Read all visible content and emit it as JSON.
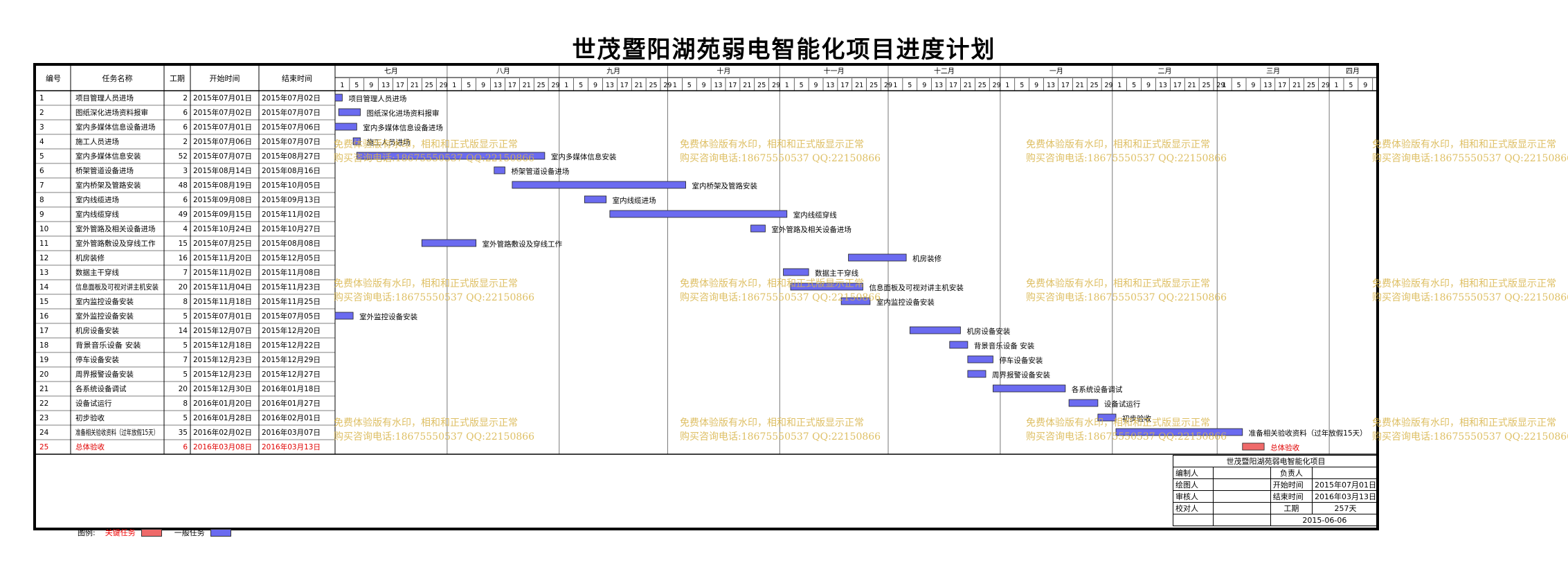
{
  "title": "世茂暨阳湖苑弱电智能化项目进度计划",
  "table_headers": {
    "id": "编号",
    "name": "任务名称",
    "duration": "工期",
    "start": "开始时间",
    "end": "结束时间"
  },
  "months": [
    "七月",
    "八月",
    "九月",
    "十月",
    "十一月",
    "十二月",
    "一月",
    "二月",
    "三月",
    "四月"
  ],
  "legend": {
    "prefix": "图例:",
    "critical": "关键任务",
    "normal": "一般任务",
    "critical_color": "#ef6a6a",
    "normal_color": "#6b6bf0"
  },
  "titleblock": {
    "project": "世茂暨阳湖苑弱电智能化项目",
    "compiler": "编制人",
    "owner_label": "负责人",
    "drafter": "绘图人",
    "start_label": "开始时间",
    "start_value": "2015年07月01日",
    "reviewer": "审核人",
    "end_label": "结束时间",
    "end_value": "2016年03月13日",
    "checker": "校对人",
    "duration_label": "工期",
    "duration_value": "257天",
    "date": "2015-06-06"
  },
  "watermark": {
    "line1": "免费体验版有水印，相和和正式版显示正常",
    "line2": "购买咨询电话:18675550537 QQ:22150866"
  },
  "chart_data": {
    "type": "gantt",
    "title": "世茂暨阳湖苑弱电智能化项目进度计划",
    "timeline_start": "2015-07-01",
    "timeline_end": "2016-04-13",
    "tasks": [
      {
        "id": "1",
        "name": "项目管理人员进场",
        "duration": 2,
        "start": "2015年07月01日",
        "end": "2015年07月02日",
        "critical": false
      },
      {
        "id": "2",
        "name": "图纸深化进场资料报审",
        "duration": 6,
        "start": "2015年07月02日",
        "end": "2015年07月07日",
        "critical": false
      },
      {
        "id": "3",
        "name": "室内多媒体信息设备进场",
        "duration": 6,
        "start": "2015年07月01日",
        "end": "2015年07月06日",
        "critical": false
      },
      {
        "id": "4",
        "name": "施工人员进场",
        "duration": 2,
        "start": "2015年07月06日",
        "end": "2015年07月07日",
        "critical": false
      },
      {
        "id": "5",
        "name": "室内多媒体信息安装",
        "duration": 52,
        "start": "2015年07月07日",
        "end": "2015年08月27日",
        "critical": false
      },
      {
        "id": "6",
        "name": "桥架管道设备进场",
        "duration": 3,
        "start": "2015年08月14日",
        "end": "2015年08月16日",
        "critical": false
      },
      {
        "id": "7",
        "name": "室内桥架及管路安装",
        "duration": 48,
        "start": "2015年08月19日",
        "end": "2015年10月05日",
        "critical": false
      },
      {
        "id": "8",
        "name": "室内线缆进场",
        "duration": 6,
        "start": "2015年09月08日",
        "end": "2015年09月13日",
        "critical": false
      },
      {
        "id": "9",
        "name": "室内线缆穿线",
        "duration": 49,
        "start": "2015年09月15日",
        "end": "2015年11月02日",
        "critical": false
      },
      {
        "id": "10",
        "name": "室外管路及相关设备进场",
        "duration": 4,
        "start": "2015年10月24日",
        "end": "2015年10月27日",
        "critical": false
      },
      {
        "id": "11",
        "name": "室外管路敷设及穿线工作",
        "duration": 15,
        "start": "2015年07月25日",
        "end": "2015年08月08日",
        "critical": false
      },
      {
        "id": "12",
        "name": "机房装修",
        "duration": 16,
        "start": "2015年11月20日",
        "end": "2015年12月05日",
        "critical": false
      },
      {
        "id": "13",
        "name": "数据主干穿线",
        "duration": 7,
        "start": "2015年11月02日",
        "end": "2015年11月08日",
        "critical": false
      },
      {
        "id": "14",
        "name": "信息面板及可视对讲主机安装",
        "duration": 20,
        "start": "2015年11月04日",
        "end": "2015年11月23日",
        "critical": false
      },
      {
        "id": "15",
        "name": "室内监控设备安装",
        "duration": 8,
        "start": "2015年11月18日",
        "end": "2015年11月25日",
        "critical": false
      },
      {
        "id": "16",
        "name": "室外监控设备安装",
        "duration": 5,
        "start": "2015年07月01日",
        "end": "2015年07月05日",
        "critical": false
      },
      {
        "id": "17",
        "name": "机房设备安装",
        "duration": 14,
        "start": "2015年12月07日",
        "end": "2015年12月20日",
        "critical": false
      },
      {
        "id": "18",
        "name": "背景音乐设备 安装",
        "duration": 5,
        "start": "2015年12月18日",
        "end": "2015年12月22日",
        "critical": false
      },
      {
        "id": "19",
        "name": "停车设备安装",
        "duration": 7,
        "start": "2015年12月23日",
        "end": "2015年12月29日",
        "critical": false
      },
      {
        "id": "20",
        "name": "周界报警设备安装",
        "duration": 5,
        "start": "2015年12月23日",
        "end": "2015年12月27日",
        "critical": false
      },
      {
        "id": "21",
        "name": "各系统设备调试",
        "duration": 20,
        "start": "2015年12月30日",
        "end": "2016年01月18日",
        "critical": false
      },
      {
        "id": "22",
        "name": "设备试运行",
        "duration": 8,
        "start": "2016年01月20日",
        "end": "2016年01月27日",
        "critical": false
      },
      {
        "id": "23",
        "name": "初步验收",
        "duration": 5,
        "start": "2016年01月28日",
        "end": "2016年02月01日",
        "critical": false
      },
      {
        "id": "24",
        "name": "准备相关验收资料（过年放假15天）",
        "duration": 35,
        "start": "2016年02月02日",
        "end": "2016年03月07日",
        "critical": false
      },
      {
        "id": "25",
        "name": "总体验收",
        "duration": 6,
        "start": "2016年03月08日",
        "end": "2016年03月13日",
        "critical": true
      }
    ]
  }
}
